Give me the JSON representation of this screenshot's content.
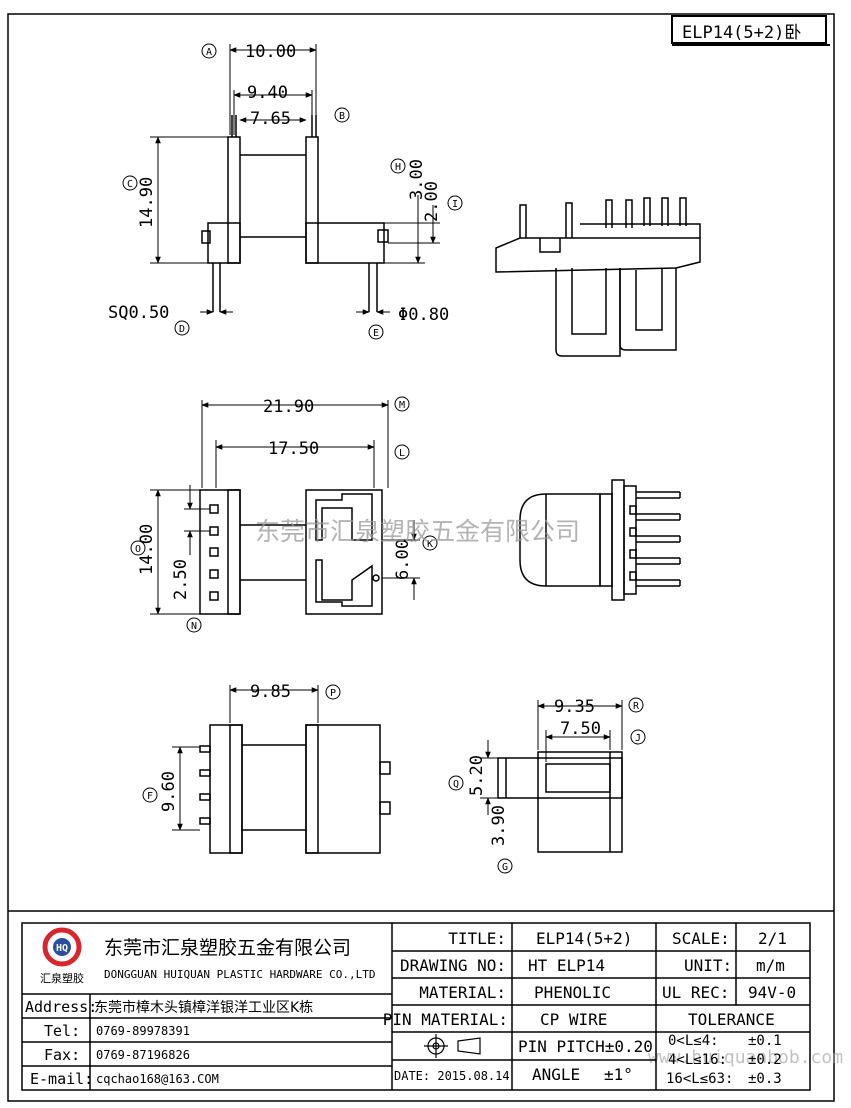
{
  "header_title": "ELP14(5+2)卧",
  "watermark": "东莞市汇泉塑胶五金有限公司",
  "watermark_url": "www.huiquanbob.com",
  "dimensions": {
    "d10_00": "10.00",
    "d9_40": "9.40",
    "d7_65": "7.65",
    "d14_90": "14.90",
    "d3_00": "3.00",
    "d2_00": "2.00",
    "sq0_50": "SQ0.50",
    "phi0_80": "Φ0.80",
    "d21_90": "21.90",
    "d17_50": "17.50",
    "d14_00": "14.00",
    "d2_50": "2.50",
    "d6_00": "6.00",
    "d9_85": "9.85",
    "d9_60": "9.60",
    "d9_35": "9.35",
    "d7_50": "7.50",
    "d5_20": "5.20",
    "d3_90": "3.90"
  },
  "markers": {
    "A": "A",
    "B": "B",
    "C": "C",
    "D": "D",
    "E": "E",
    "F": "F",
    "G": "G",
    "H": "H",
    "I": "I",
    "J": "J",
    "K": "K",
    "L": "L",
    "M": "M",
    "N": "N",
    "O": "O",
    "P": "P",
    "Q": "Q",
    "R": "R"
  },
  "title_block": {
    "company_cn": "东莞市汇泉塑胶五金有限公司",
    "company_en": "DONGGUAN HUIQUAN PLASTIC HARDWARE CO.,LTD",
    "logo_caption": "汇泉塑胶",
    "logo_letters": "HQ",
    "address_label": "Address:",
    "address_value": "东莞市樟木头镇樟洋银洋工业区K栋",
    "tel_label": "Tel:",
    "tel_value": "0769-89978391",
    "fax_label": "Fax:",
    "fax_value": "0769-87196826",
    "email_label": "E-mail:",
    "email_value": "cqchao168@163.COM",
    "title_label": "TITLE:",
    "title_value": "ELP14(5+2)",
    "drawing_no_label": "DRAWING NO:",
    "drawing_no_value": "HT ELP14",
    "material_label": "MATERIAL:",
    "material_value": "PHENOLIC",
    "pin_material_label": "PIN MATERIAL:",
    "pin_material_value": "CP WIRE",
    "pin_pitch": "PIN PITCH±0.20",
    "angle_label": "ANGLE",
    "angle_value": "±1°",
    "date": "DATE: 2015.08.14",
    "scale_label": "SCALE:",
    "scale_value": "2/1",
    "unit_label": "UNIT:",
    "unit_value": "m/m",
    "ul_rec_label": "UL REC:",
    "ul_rec_value": "94V-0",
    "tolerance_label": "TOLERANCE",
    "tol1_range": "0<L≤4:",
    "tol1_value": "±0.1",
    "tol2_range": "4<L≤16:",
    "tol2_value": "±0.2",
    "tol3_range": "16<L≤63:",
    "tol3_value": "±0.3"
  },
  "colors": {
    "ink": "#000000",
    "logo_red": "#d8262d",
    "logo_blue": "#2a4fa0",
    "watermark": "#9a9a9a"
  }
}
